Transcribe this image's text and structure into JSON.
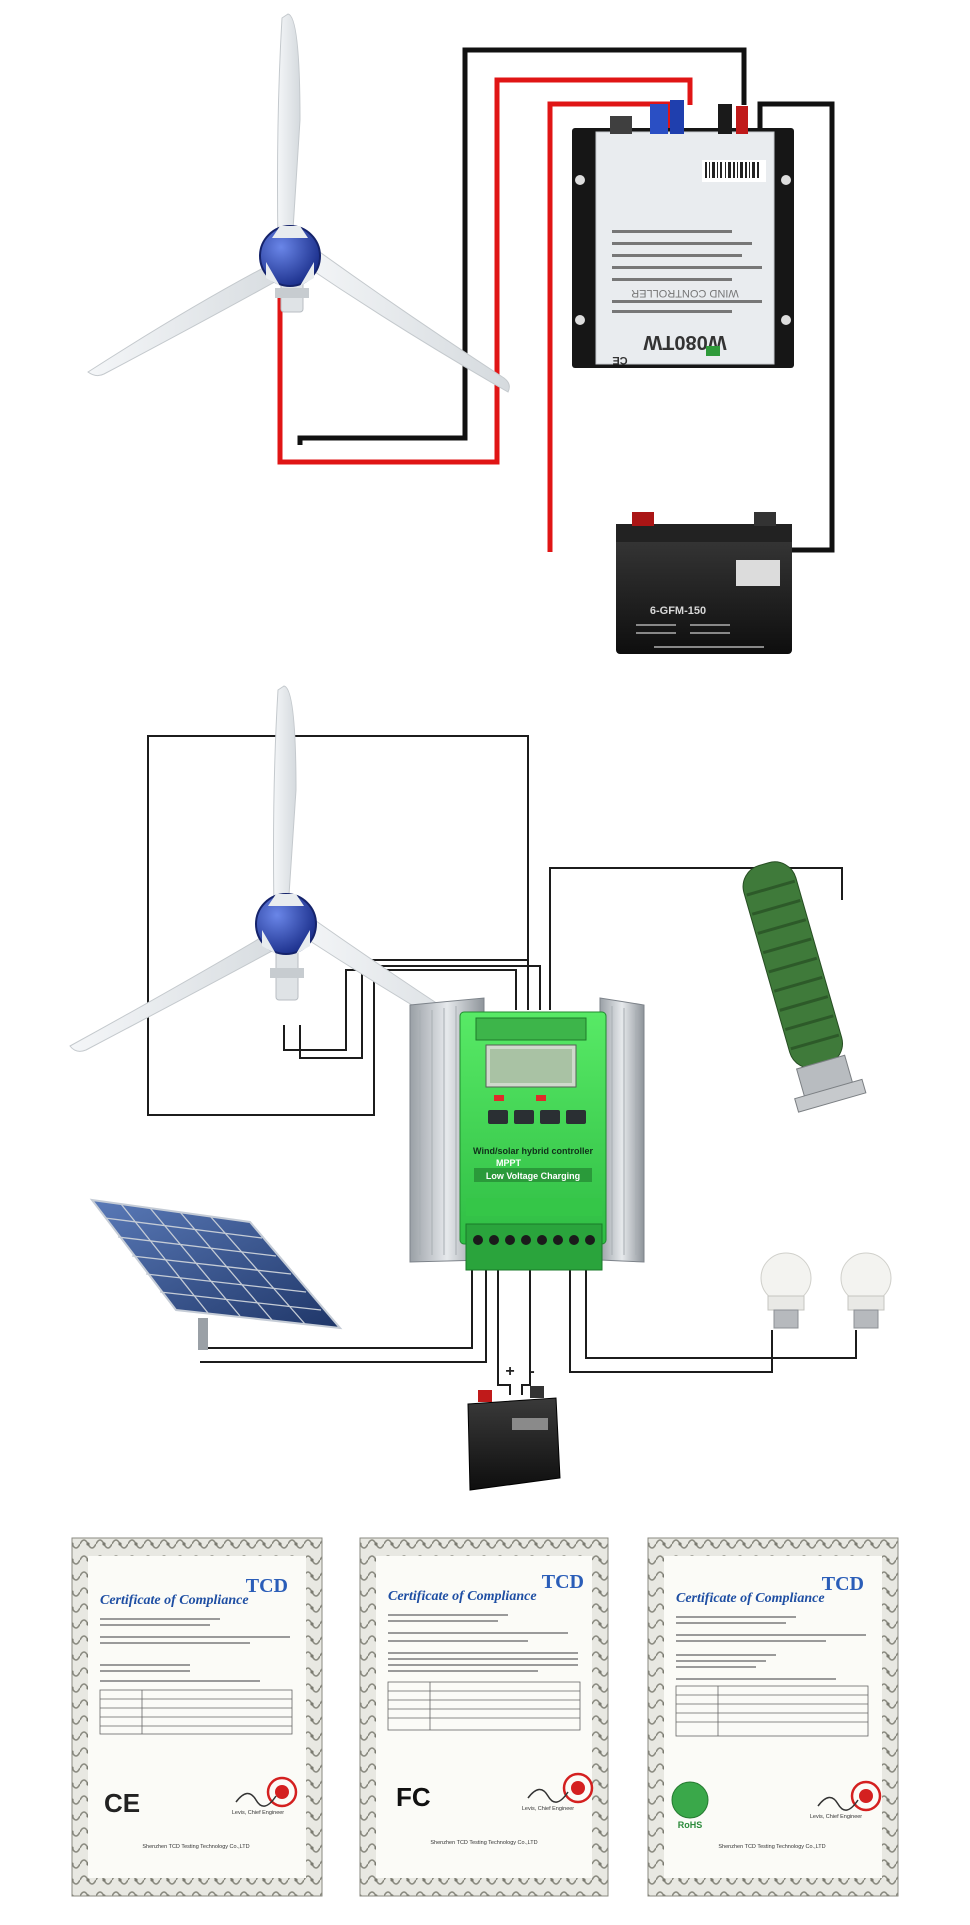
{
  "colors": {
    "wire_red": "#e01515",
    "wire_black": "#111111",
    "wire_blue": "#1f4fd0",
    "controller_green": "#3fdc52",
    "hub_blue": "#2a48b8",
    "resistor_green": "#3f7a3a",
    "cert_title_blue": "#1e4ea3",
    "seal_red": "#d42020"
  },
  "top_controller": {
    "model": "W080TW",
    "subtitle": "WIND CONTROLLER",
    "marks": "CE"
  },
  "battery_top": {
    "label": "6-GFM-150"
  },
  "hybrid_controller": {
    "title": "Wind/solar hybrid controller",
    "subtitle": "MPPT",
    "banner": "Low Voltage Charging"
  },
  "battery_terminals": {
    "plus": "+",
    "minus": "-"
  },
  "certificates": [
    {
      "title": "Certificate of Compliance",
      "brand": "TCD",
      "mark": "CE",
      "icon": "ce-mark-icon",
      "signer": "Levis, Chief Engineer",
      "issuer": "Shenzhen TCD Testing Technology Co.,LTD"
    },
    {
      "title": "Certificate of Compliance",
      "brand": "TCD",
      "mark": "FC",
      "icon": "fcc-mark-icon",
      "signer": "Levis, Chief Engineer",
      "issuer": "Shenzhen TCD Testing Technology Co.,LTD"
    },
    {
      "title": "Certificate of Compliance",
      "brand": "TCD",
      "mark": "RoHS",
      "icon": "rohs-mark-icon",
      "signer": "Levis, Chief Engineer",
      "issuer": "Shenzhen TCD Testing Technology Co.,LTD"
    }
  ]
}
